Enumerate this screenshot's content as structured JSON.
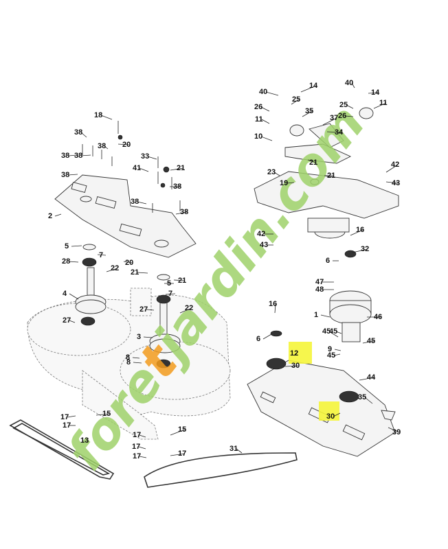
{
  "highlight_color": "#f5f53a",
  "watermark": {
    "segments": [
      {
        "text": "fore",
        "color": "#9fd26a"
      },
      {
        "text": "t",
        "color": "#f39c1e"
      },
      {
        "text": "jardin.com",
        "color": "#9fd26a"
      }
    ]
  },
  "labels": [
    "40",
    "14",
    "25",
    "26",
    "35",
    "11",
    "37",
    "34",
    "10",
    "21",
    "23",
    "19",
    "42",
    "43",
    "16",
    "32",
    "6",
    "47",
    "48",
    "1",
    "46",
    "45",
    "9",
    "44",
    "35",
    "39",
    "30",
    "12",
    "8",
    "27",
    "18",
    "20",
    "38",
    "2",
    "33",
    "21",
    "41",
    "5",
    "7",
    "28",
    "20",
    "22",
    "4",
    "3",
    "17",
    "15",
    "13",
    "31",
    "40",
    "14",
    "25",
    "26",
    "11",
    "21",
    "38",
    "38",
    "38",
    "38",
    "38",
    "38",
    "38",
    "21",
    "21",
    "22",
    "27",
    "8",
    "6",
    "16",
    "5",
    "7",
    "17",
    "17",
    "17",
    "15",
    "17",
    "17",
    "42",
    "43",
    "45",
    "45",
    "45",
    "30"
  ]
}
